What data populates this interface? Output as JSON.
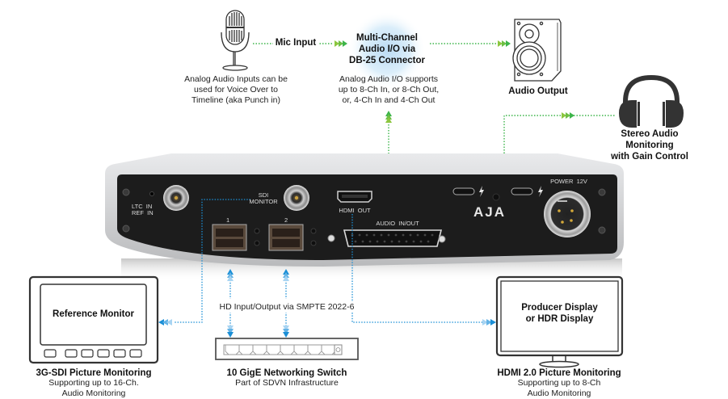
{
  "diagram": {
    "mic": {
      "icon": "microphone-icon",
      "link_label": "Mic Input",
      "caption": [
        "Analog Audio Inputs can be",
        "used for Voice Over to",
        "Timeline (aka Punch in)"
      ]
    },
    "audio_io": {
      "title": [
        "Multi-Channel",
        "Audio I/O via",
        "DB-25 Connector"
      ],
      "caption": [
        "Analog Audio I/O supports",
        "up to 8-Ch In, or 8-Ch Out,",
        "or, 4-Ch In and 4-Ch Out"
      ]
    },
    "speaker": {
      "icon": "speaker-icon",
      "label": "Audio Output"
    },
    "headphones": {
      "icon": "headphones-icon",
      "label": [
        "Stereo Audio",
        "Monitoring",
        "with Gain Control"
      ]
    },
    "device": {
      "brand": "AJA",
      "ports": {
        "ltc_in": "LTC  IN",
        "ref_in": "REF  IN",
        "sdi_monitor": [
          "SDI",
          "MONITOR"
        ],
        "hdmi_out": "HDMI  OUT",
        "audio_io": "AUDIO  IN/OUT",
        "sfp1": "1",
        "sfp2": "2",
        "power": "POWER  12V"
      }
    },
    "reference_monitor": {
      "screen_label": "Reference Monitor",
      "title": "3G-SDI Picture Monitoring",
      "caption": [
        "Supporting up to 16-Ch.",
        "Audio Monitoring"
      ]
    },
    "network": {
      "link_label": "HD Input/Output via SMPTE 2022-6",
      "title": "10 GigE Networking Switch",
      "caption": "Part of SDVN Infrastructure"
    },
    "producer_display": {
      "screen_label": [
        "Producer Display",
        "or HDR Display"
      ],
      "title": "HDMI 2.0 Picture Monitoring",
      "caption": [
        "Supporting up to 8-Ch",
        "Audio Monitoring"
      ]
    },
    "colors": {
      "audio_line": "#3db54a",
      "video_line": "#1b8fd6",
      "device_face": "#1c1c1c",
      "device_shell": "#d4d5d7"
    }
  }
}
